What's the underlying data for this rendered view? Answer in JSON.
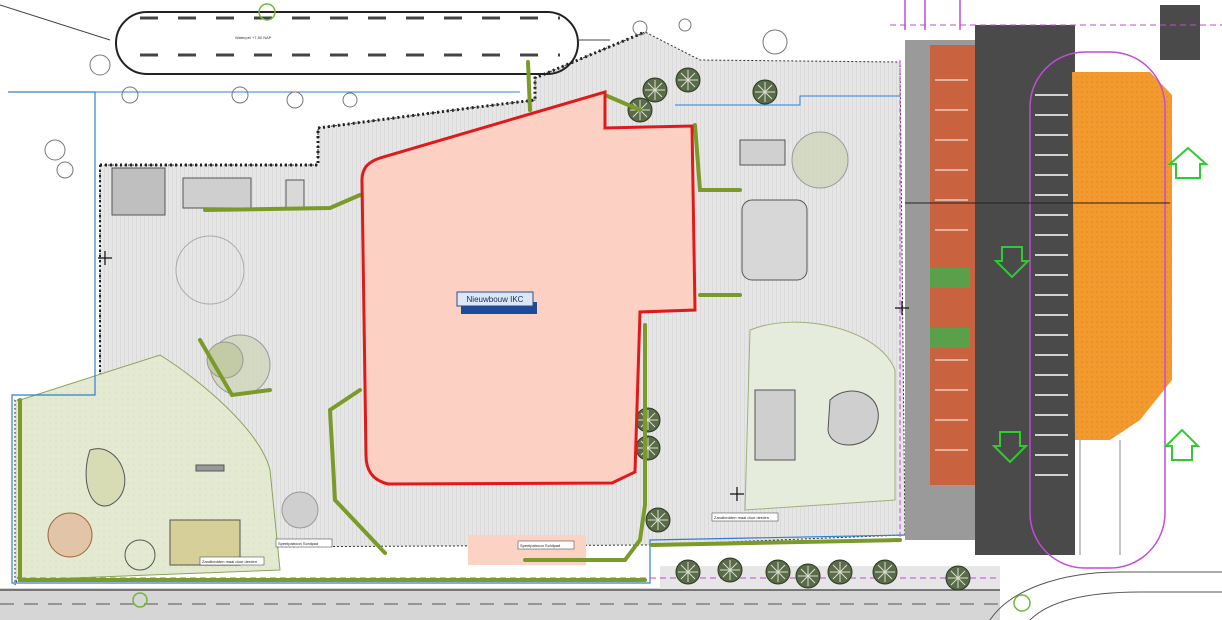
{
  "building": {
    "label": "Nieuwbouw IKC"
  },
  "annotations": {
    "top_street_note": "Waterpel +7,50 NAP",
    "pathway_note_left": "Zandbedden maai door derden",
    "pathway_note_center": "Speelpatroon Schilpad",
    "pathway_note_bottom": "Speelpatroon Schilpad",
    "pathway_note_right": "Zandbedden maai door derden"
  },
  "legend_colors": {
    "building_fill": "#fdd0c4",
    "building_outline": "#e01a1a",
    "green_path": "#7a9a2a",
    "parking_orange": "#f29a2e",
    "bike_parking_brick": "#c9623e",
    "road_asphalt": "#4a4a4a",
    "boundary_blue": "#2d7fd6",
    "boundary_magenta": "#c34bd8",
    "arrow_green": "#2ecc2e"
  },
  "icons": {
    "arrows": [
      "arrow-up-icon",
      "arrow-down-icon",
      "arrow-down-icon",
      "arrow-up-icon"
    ],
    "trees": "tree-icon"
  }
}
